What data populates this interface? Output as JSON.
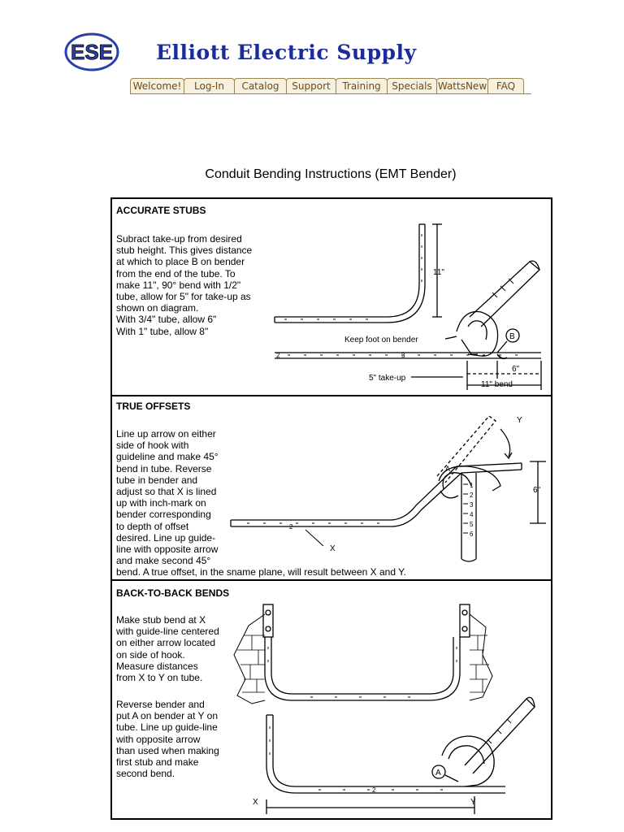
{
  "brand": {
    "logo_letters": "ESE",
    "name": "Elliott Electric Supply"
  },
  "nav": {
    "tabs": [
      "Welcome!",
      "Log-In",
      "Catalog",
      "Support",
      "Training",
      "Specials",
      "WattsNew",
      "FAQ"
    ]
  },
  "document": {
    "title": "Conduit Bending Instructions (EMT Bender)",
    "sections": [
      {
        "title": "ACCURATE STUBS",
        "text": "Subract take-up from desired\nstub height. This gives distance\nat which to place B on bender\nfrom the end of the tube. To\nmake 11\", 90° bend with 1/2\"\ntube, allow for 5\" for take-up as\nshown on diagram.\nWith 3/4\" tube, allow 6\"\nWith 1\" tube, allow 8\"",
        "labels": {
          "height": "11\"",
          "foot": "Keep foot on bender",
          "mark": "B",
          "six": "6\"",
          "takeup": "5\" take-up",
          "bend": "11\" bend",
          "ticks": [
            "2",
            "3"
          ]
        }
      },
      {
        "title": "TRUE OFFSETS",
        "text": "Line up arrow on either\nside of hook with\nguideline and make 45°\nbend in tube. Reverse\ntube in bender and\nadjust so that X is lined\nup with inch-mark on\nbender corresponding\nto depth of offset\ndesired. Line up guide-\nline with opposite arrow\nand make second 45°",
        "last_line": "bend. A true offset, in the sname plane, will result between X and Y.",
        "labels": {
          "y": "Y",
          "x": "X",
          "a": "A",
          "depth": "6\"",
          "scale": [
            "1",
            "2",
            "3",
            "4",
            "5",
            "6"
          ],
          "tube_mark": "2"
        }
      },
      {
        "title": "BACK-TO-BACK BENDS",
        "text1": "Make stub bend at X\nwith guide-line centered\non either arrow located\non side of hook.\nMeasure distances\nfrom X to Y on tube.",
        "text2": "Reverse bender and\nput A on bender at Y on\ntube. Line up guide-line\nwith opposite arrow\nthan used when making\nfirst stub and make\nsecond bend.",
        "labels": {
          "x": "X",
          "y": "Y",
          "a": "A",
          "tube_mark": "2"
        }
      }
    ]
  },
  "colors": {
    "brand_blue": "#1a2b9a",
    "tab_text": "#6d4b1c",
    "tab_border": "#9c8455",
    "tab_fill": "#f6f0df",
    "logo_blue": "#2a3fa8"
  }
}
